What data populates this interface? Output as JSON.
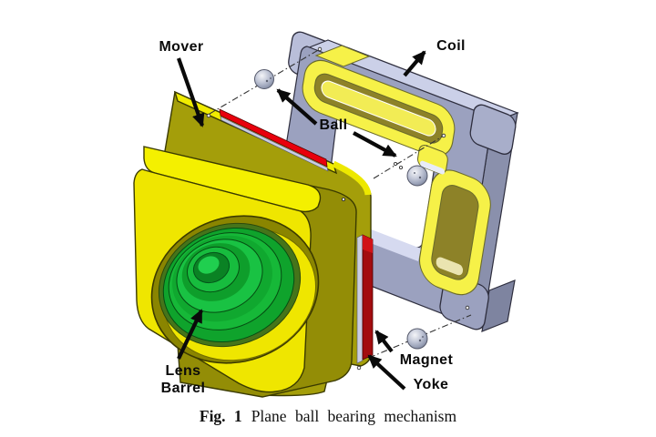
{
  "figure": {
    "labels": {
      "mover": "Mover",
      "coil": "Coil",
      "ball": "Ball",
      "lens_line1": "Lens",
      "lens_line2": "Barrel",
      "magnet": "Magnet",
      "yoke": "Yoke"
    },
    "caption": {
      "tag": "Fig. 1",
      "title": "Plane ball bearing mechanism"
    },
    "balls_count": 3,
    "colors": {
      "mover_yellow": "#EFE600",
      "mover_olive_side": "#9C9608",
      "back_plate_olive": "#A49E0A",
      "magnet_red": "#E8000C",
      "magnet_red_dark": "#A30C0F",
      "yoke_gray": "#C9CDE2",
      "stator_front": "#9BA1BF",
      "stator_top": "#CBD0E8",
      "stator_side": "#8A90AC",
      "coil_yellow": "#F6F148",
      "coil_core_dark": "#8D8228",
      "lens_green": "#16B838",
      "ball_gray": "#A9AFC4",
      "background": "#FFFFFF"
    }
  }
}
